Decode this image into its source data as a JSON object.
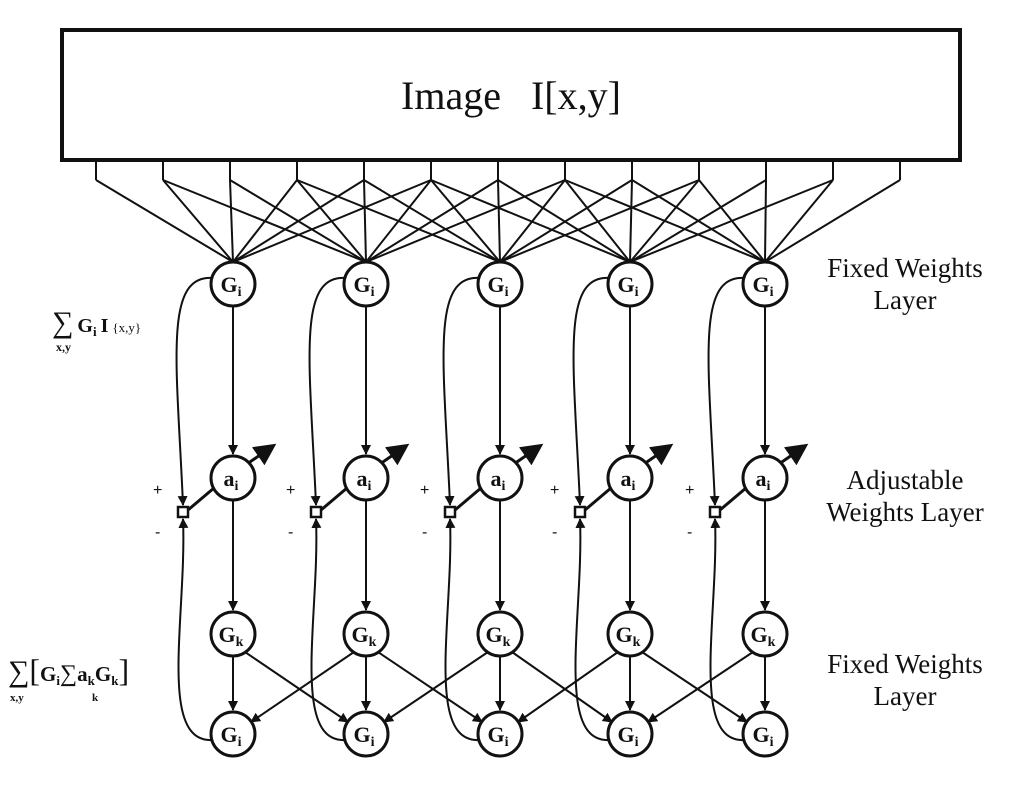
{
  "image_box": {
    "label": "Image   I[x,y]"
  },
  "layers": {
    "top_label_line1": "Fixed Weights",
    "top_label_line2": "Layer",
    "middle_label_line1": "Adjustable",
    "middle_label_line2": "Weights Layer",
    "bottom_label_line1": "Fixed Weights",
    "bottom_label_line2": "Layer"
  },
  "nodes": {
    "input_filter": {
      "base": "G",
      "sub": "i"
    },
    "weight": {
      "base": "a",
      "sub": "i"
    },
    "recon_filter": {
      "base": "G",
      "sub": "k"
    },
    "output_filter": {
      "base": "G",
      "sub": "i"
    }
  },
  "formulas": {
    "projection": {
      "sum": "∑",
      "body": "G",
      "sub": "i",
      "tail": "I",
      "arg": "{x,y}",
      "limits": "x,y"
    },
    "reconstruction": {
      "sum": "∑",
      "open": "[",
      "g": "G",
      "gsub": "i",
      "inner_sum": "∑",
      "a": "a",
      "asub": "k",
      "gk": "G",
      "gksub": "k",
      "close": "]",
      "limits": "x,y",
      "inner_limits": "k"
    }
  },
  "signs": {
    "plus": "+",
    "minus": "-"
  }
}
